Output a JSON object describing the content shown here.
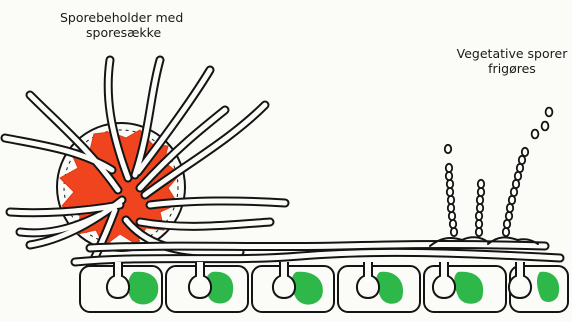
{
  "labels": {
    "sporangium": {
      "line1": "Sporebeholder med",
      "line2": "sporesække"
    },
    "vegetative": {
      "line1": "Vegetative sporer",
      "line2": "frigøres"
    }
  },
  "colors": {
    "spore_mass": "#f0441f",
    "cells": "#2fb84a",
    "outline": "#141414",
    "background": "#fbfbf8"
  }
}
